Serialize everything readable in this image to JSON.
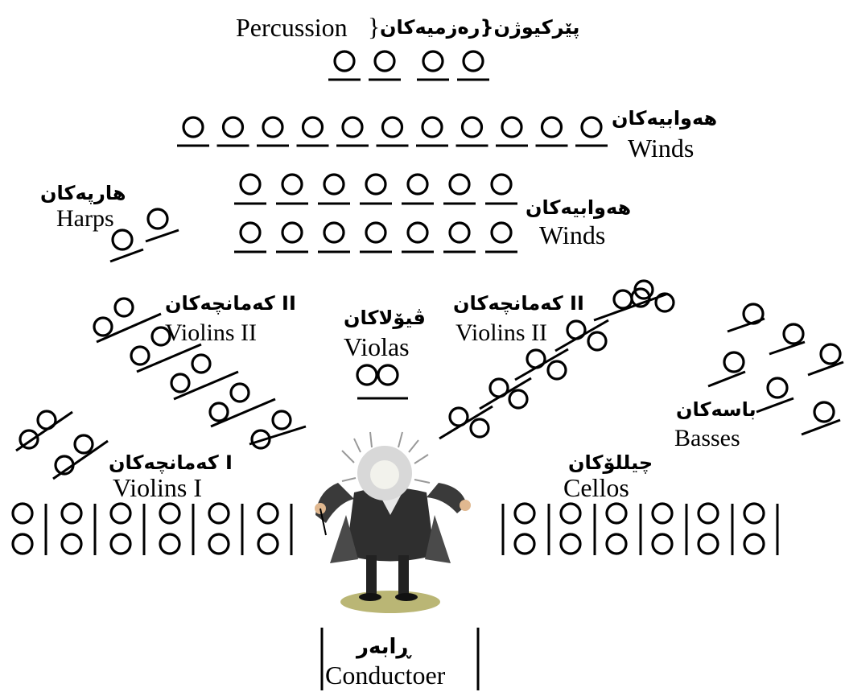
{
  "sections": {
    "percussion": {
      "ku": "پێرکیوژن{رەزمیەکان",
      "en": "Percussion",
      "brace": "}"
    },
    "winds_back": {
      "ku": "هەوابیەکان",
      "en": "Winds"
    },
    "winds_front": {
      "ku": "هەوابیەکان",
      "en": "Winds"
    },
    "harps": {
      "ku": "هارپەکان",
      "en": "Harps"
    },
    "violins2_left": {
      "ku": "کەمانچەکان II",
      "en": "Violins II"
    },
    "violins2_right": {
      "ku": "کەمانچەکان II",
      "en": "Violins II"
    },
    "violas": {
      "ku": "ڤیۆلاکان",
      "en": "Violas"
    },
    "basses": {
      "ku": "باسەکان",
      "en": "Basses"
    },
    "violins1": {
      "ku": "کەمانچەکان I",
      "en": "Violins I"
    },
    "cellos": {
      "ku": "چیللۆکان",
      "en": "Cellos"
    },
    "conductor": {
      "ku": "ڕابەر",
      "en": "Conductoer"
    }
  },
  "icons": {
    "conductor": "conductor-figure-icon",
    "seat": "seat-circle-icon"
  }
}
